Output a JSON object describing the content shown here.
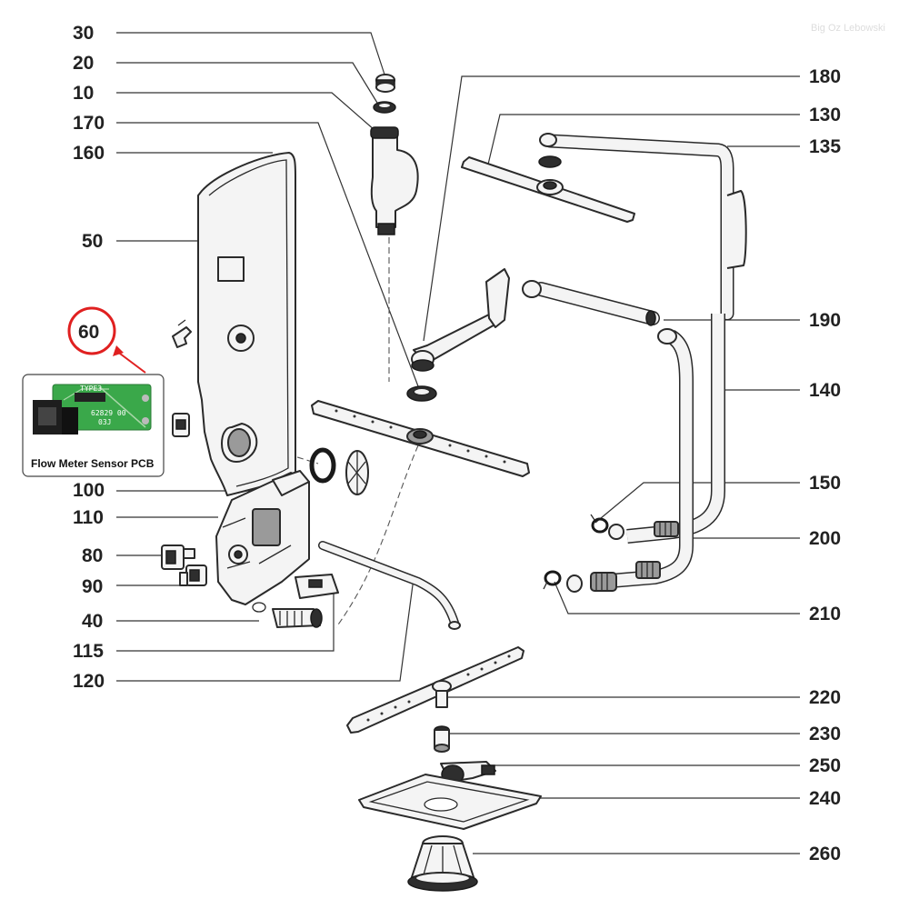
{
  "diagram": {
    "watermark": "Big Oz Lebowski",
    "labels": {
      "p30": "30",
      "p20": "20",
      "p10": "10",
      "p170": "170",
      "p160": "160",
      "p50": "50",
      "p60": "60",
      "p100": "100",
      "p110": "110",
      "p80": "80",
      "p90": "90",
      "p40": "40",
      "p115": "115",
      "p120": "120",
      "p180": "180",
      "p130": "130",
      "p135": "135",
      "p190": "190",
      "p140": "140",
      "p150": "150",
      "p200": "200",
      "p210": "210",
      "p220": "220",
      "p230": "230",
      "p250": "250",
      "p240": "240",
      "p260": "260"
    },
    "inset": {
      "caption": "Flow Meter Sensor PCB",
      "pcb_text_1": "TYPE3",
      "pcb_text_2": "62829 00",
      "pcb_text_3": "03J"
    },
    "highlight_color": "#e02020",
    "pcb_color": "#3aa84a"
  }
}
